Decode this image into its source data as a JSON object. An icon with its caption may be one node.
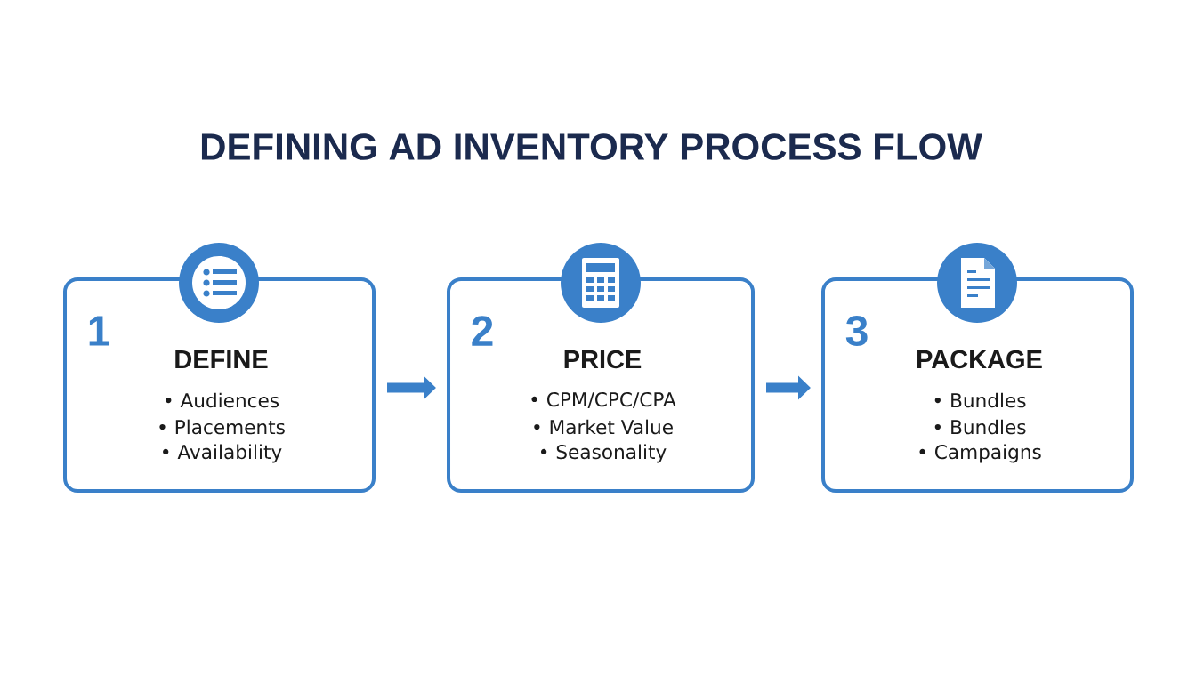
{
  "diagram": {
    "title": "DEFINING AD INVENTORY PROCESS FLOW",
    "nodes": [
      {
        "text": [
          "1",
          "DEFINE",
          "• Audiences",
          "• Placements",
          "• Availability"
        ]
      },
      {
        "text": [
          "2",
          "PRICE",
          "• CPM/CPC/CPA",
          "• Market Value",
          "• Seasonality"
        ]
      },
      {
        "text": [
          "3",
          "PACKAGE",
          "• Bundles",
          "• Bundles",
          "• Campaigns"
        ]
      }
    ],
    "edges": [
      {
        "from": 0,
        "to": 1,
        "arrow": "to"
      },
      {
        "from": 1,
        "to": 2,
        "arrow": "to"
      }
    ]
  }
}
